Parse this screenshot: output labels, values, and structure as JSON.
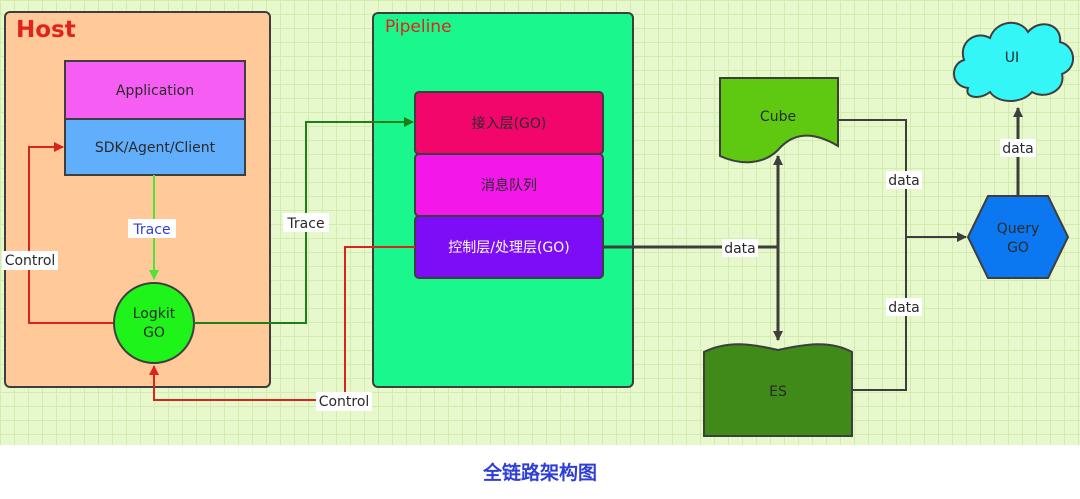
{
  "host": {
    "title": "Host"
  },
  "pipeline": {
    "title": "Pipeline"
  },
  "nodes": {
    "application": "Application",
    "sdk": "SDK/Agent/Client",
    "logkit_line1": "Logkit",
    "logkit_line2": "GO",
    "access_layer": "接入层(GO)",
    "message_queue": "消息队列",
    "control_layer": "控制层/处理层(GO)",
    "cube": "Cube",
    "es": "ES",
    "query_line1": "Query",
    "query_line2": "GO",
    "ui": "UI"
  },
  "edges": {
    "trace_sdk_logkit": "Trace",
    "trace_logkit_pipeline": "Trace",
    "control_host": "Control",
    "control_pipeline": "Control",
    "data_center": "data",
    "data_cube_query": "data",
    "data_es_query": "data",
    "data_query_ui": "data"
  },
  "caption": "全链路架构图",
  "colors": {
    "host_fill": "#ffc99a",
    "pipeline_fill": "#1af78c",
    "application": "#f55df3",
    "sdk": "#61aefc",
    "logkit": "#1ef41a",
    "access_layer": "#f2066c",
    "message_queue": "#f417ea",
    "control_layer": "#7d0df6",
    "cube": "#5fc911",
    "es": "#3f8a18",
    "query": "#0b78f2",
    "ui": "#34f6f6",
    "trace_arrow": "#4ce632",
    "trace_arrow_dark": "#1f7e18",
    "control_arrow": "#d9241c",
    "data_arrow": "#3d3d3d",
    "title_red": "#e2231b",
    "caption": "#2f3fd6"
  }
}
